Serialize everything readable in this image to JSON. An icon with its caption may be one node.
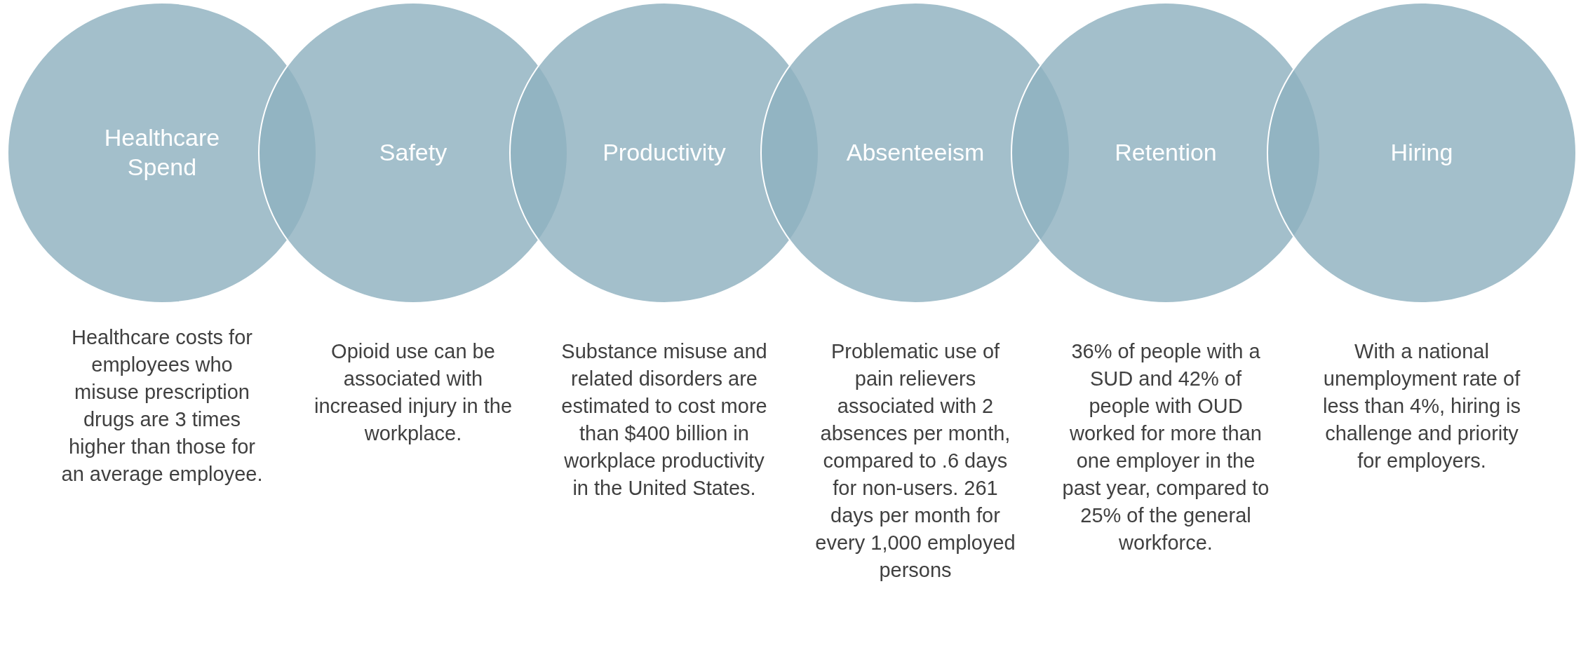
{
  "diagram": {
    "nodes": [
      {
        "text": [
          "Healthcare Spend"
        ],
        "beside": [
          "Healthcare costs for employees who misuse prescription drugs are 3 times higher than those for an average employee."
        ]
      },
      {
        "text": [
          "Safety"
        ],
        "beside": [
          "Opioid use can be associated with increased injury in the workplace."
        ]
      },
      {
        "text": [
          "Productivity"
        ],
        "beside": [
          "Substance misuse and related disorders are estimated to cost more than $400 billion in workplace productivity in the United States."
        ]
      },
      {
        "text": [
          "Absenteeism"
        ],
        "beside": [
          "Problematic use of pain relievers associated with 2 absences per month, compared to .6 days for non-users. 261 days per month for every 1,000 employed persons"
        ]
      },
      {
        "text": [
          "Retention"
        ],
        "beside": [
          "36% of people with a SUD and 42% of people with OUD worked for more than one employer in the past year, compared to 25% of the general workforce."
        ]
      },
      {
        "text": [
          "Hiring"
        ],
        "beside": [
          "With a national unemployment rate of less than 4%, hiring is challenge and priority for employers."
        ]
      }
    ]
  }
}
